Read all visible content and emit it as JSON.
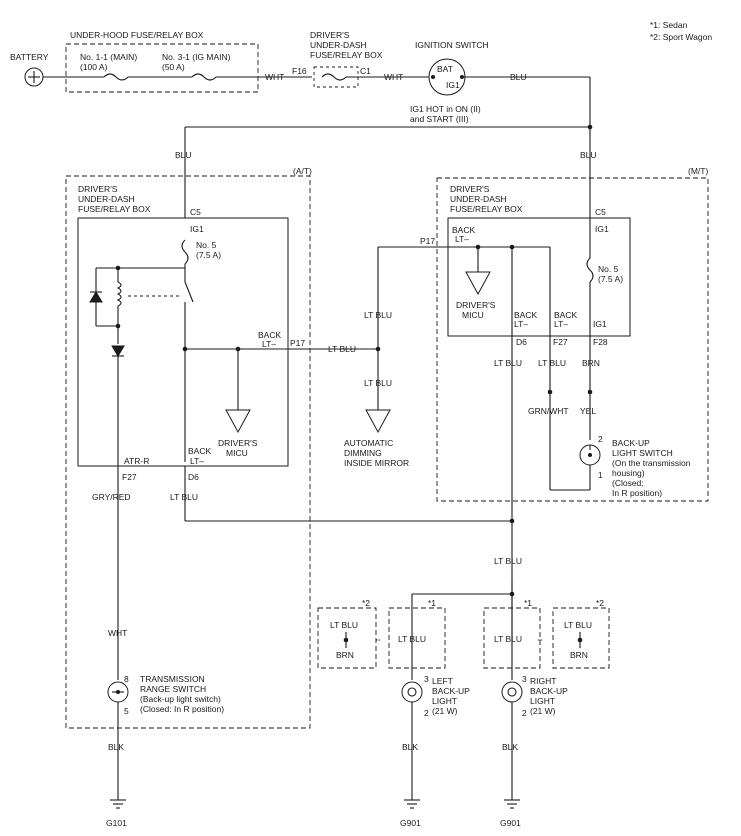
{
  "notes": [
    "*1: Sedan",
    "*2: Sport Wagon"
  ],
  "battery": "BATTERY",
  "underhood": {
    "title": "UNDER-HOOD FUSE/RELAY BOX",
    "fuse1": [
      "No. 1-1 (MAIN)",
      "(100 A)"
    ],
    "fuse2": [
      "No. 3-1 (IG MAIN)",
      "(50 A)"
    ]
  },
  "dash_fuse_top": {
    "title": [
      "DRIVER'S",
      "UNDER-DASH",
      "FUSE/RELAY BOX"
    ],
    "in_pin": "F16",
    "out_pin": "C1"
  },
  "ignition": {
    "title": "IGNITION SWITCH",
    "bat": "BAT",
    "ig1": "IG1",
    "note": [
      "IG1 HOT in ON (II)",
      "and START (III)"
    ]
  },
  "wires": {
    "wht": "WHT",
    "blu": "BLU",
    "lt_blu": "LT BLU",
    "gry_red": "GRY/RED",
    "grn_wht": "GRN/WHT",
    "yel": "YEL",
    "brn": "BRN",
    "blk": "BLK"
  },
  "at": {
    "tag": "(A/T)",
    "box_title": [
      "DRIVER'S",
      "UNDER-DASH",
      "FUSE/RELAY BOX"
    ],
    "c5": "C5",
    "ig1": "IG1",
    "fuse": [
      "No. 5",
      "(7.5 A)"
    ],
    "back_lt": [
      "BACK",
      "LT–"
    ],
    "p17": "P17",
    "micu": [
      "DRIVER'S",
      "MICU"
    ],
    "atr_r": "ATR-R",
    "f27": "F27",
    "d6": "D6",
    "trs": [
      "TRANSMISSION",
      "RANGE SWITCH",
      "(Back-up light switch)",
      "(Closed: In R position)"
    ],
    "trs_pin_top": "8",
    "trs_pin_bot": "5"
  },
  "mirror": [
    "AUTOMATIC",
    "DIMMING",
    "INSIDE MIRROR"
  ],
  "mt": {
    "tag": "(M/T)",
    "box_title": [
      "DRIVER'S",
      "UNDER-DASH",
      "FUSE/RELAY BOX"
    ],
    "c5": "C5",
    "ig1": "IG1",
    "back_lt": [
      "BACK",
      "LT–"
    ],
    "p17": "P17",
    "micu": [
      "DRIVER'S",
      "MICU"
    ],
    "fuse": [
      "No. 5",
      "(7.5 A)"
    ],
    "col_back1": [
      "BACK",
      "LT–"
    ],
    "col_back2": [
      "BACK",
      "LT–"
    ],
    "col_ig1": "IG1",
    "d6": "D6",
    "f27": "F27",
    "f28": "F28",
    "switch": [
      "BACK-UP",
      "LIGHT SWITCH",
      "(On the transmission",
      "housing)",
      "(Closed:",
      "In R position)"
    ],
    "sw_pin_top": "2",
    "sw_pin_bot": "1"
  },
  "lights": {
    "star1": "*1",
    "star2": "*2",
    "left": [
      "LEFT",
      "BACK-UP",
      "LIGHT",
      "(21 W)"
    ],
    "right": [
      "RIGHT",
      "BACK-UP",
      "LIGHT",
      "(21 W)"
    ],
    "pin3": "3",
    "pin2": "2"
  },
  "grounds": [
    "G101",
    "G901",
    "G901"
  ]
}
